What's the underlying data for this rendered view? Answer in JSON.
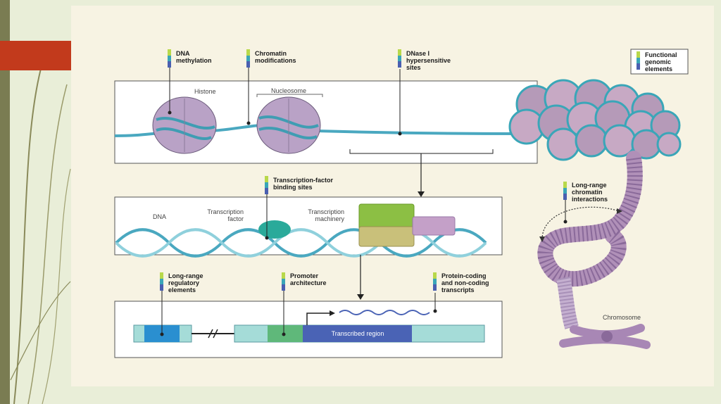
{
  "labels": {
    "dna_methylation": "DNA\nmethylation",
    "chromatin_modifications": "Chromatin\nmodifications",
    "dnase": "DNase I\nhypersensitive\nsites",
    "functional": "Functional\ngenomic\nelements",
    "histone": "Histone",
    "nucleosome": "Nucleosome",
    "tf_binding": "Transcription-factor\nbinding sites",
    "dna": "DNA",
    "tf": "Transcription\nfactor",
    "tm": "Transcription\nmachinery",
    "long_range_chromatin": "Long-range\nchromatin\ninteractions",
    "long_range_reg": "Long-range\nregulatory\nelements",
    "promoter": "Promoter\narchitecture",
    "protein_coding": "Protein-coding\nand non-coding\ntranscripts",
    "transcribed": "Transcribed region",
    "chromosome": "Chromosome"
  },
  "colors": {
    "tag_top": "#b8d84a",
    "tag_mid": "#3aa6b8",
    "tag_bottom": "#4a5fb0",
    "dna": "#4aa8c0",
    "nucleosome": "#b9a2c6",
    "promoter": "#5fb87a",
    "transcribed": "#4a63b5",
    "enhancer": "#2a8fd0"
  }
}
